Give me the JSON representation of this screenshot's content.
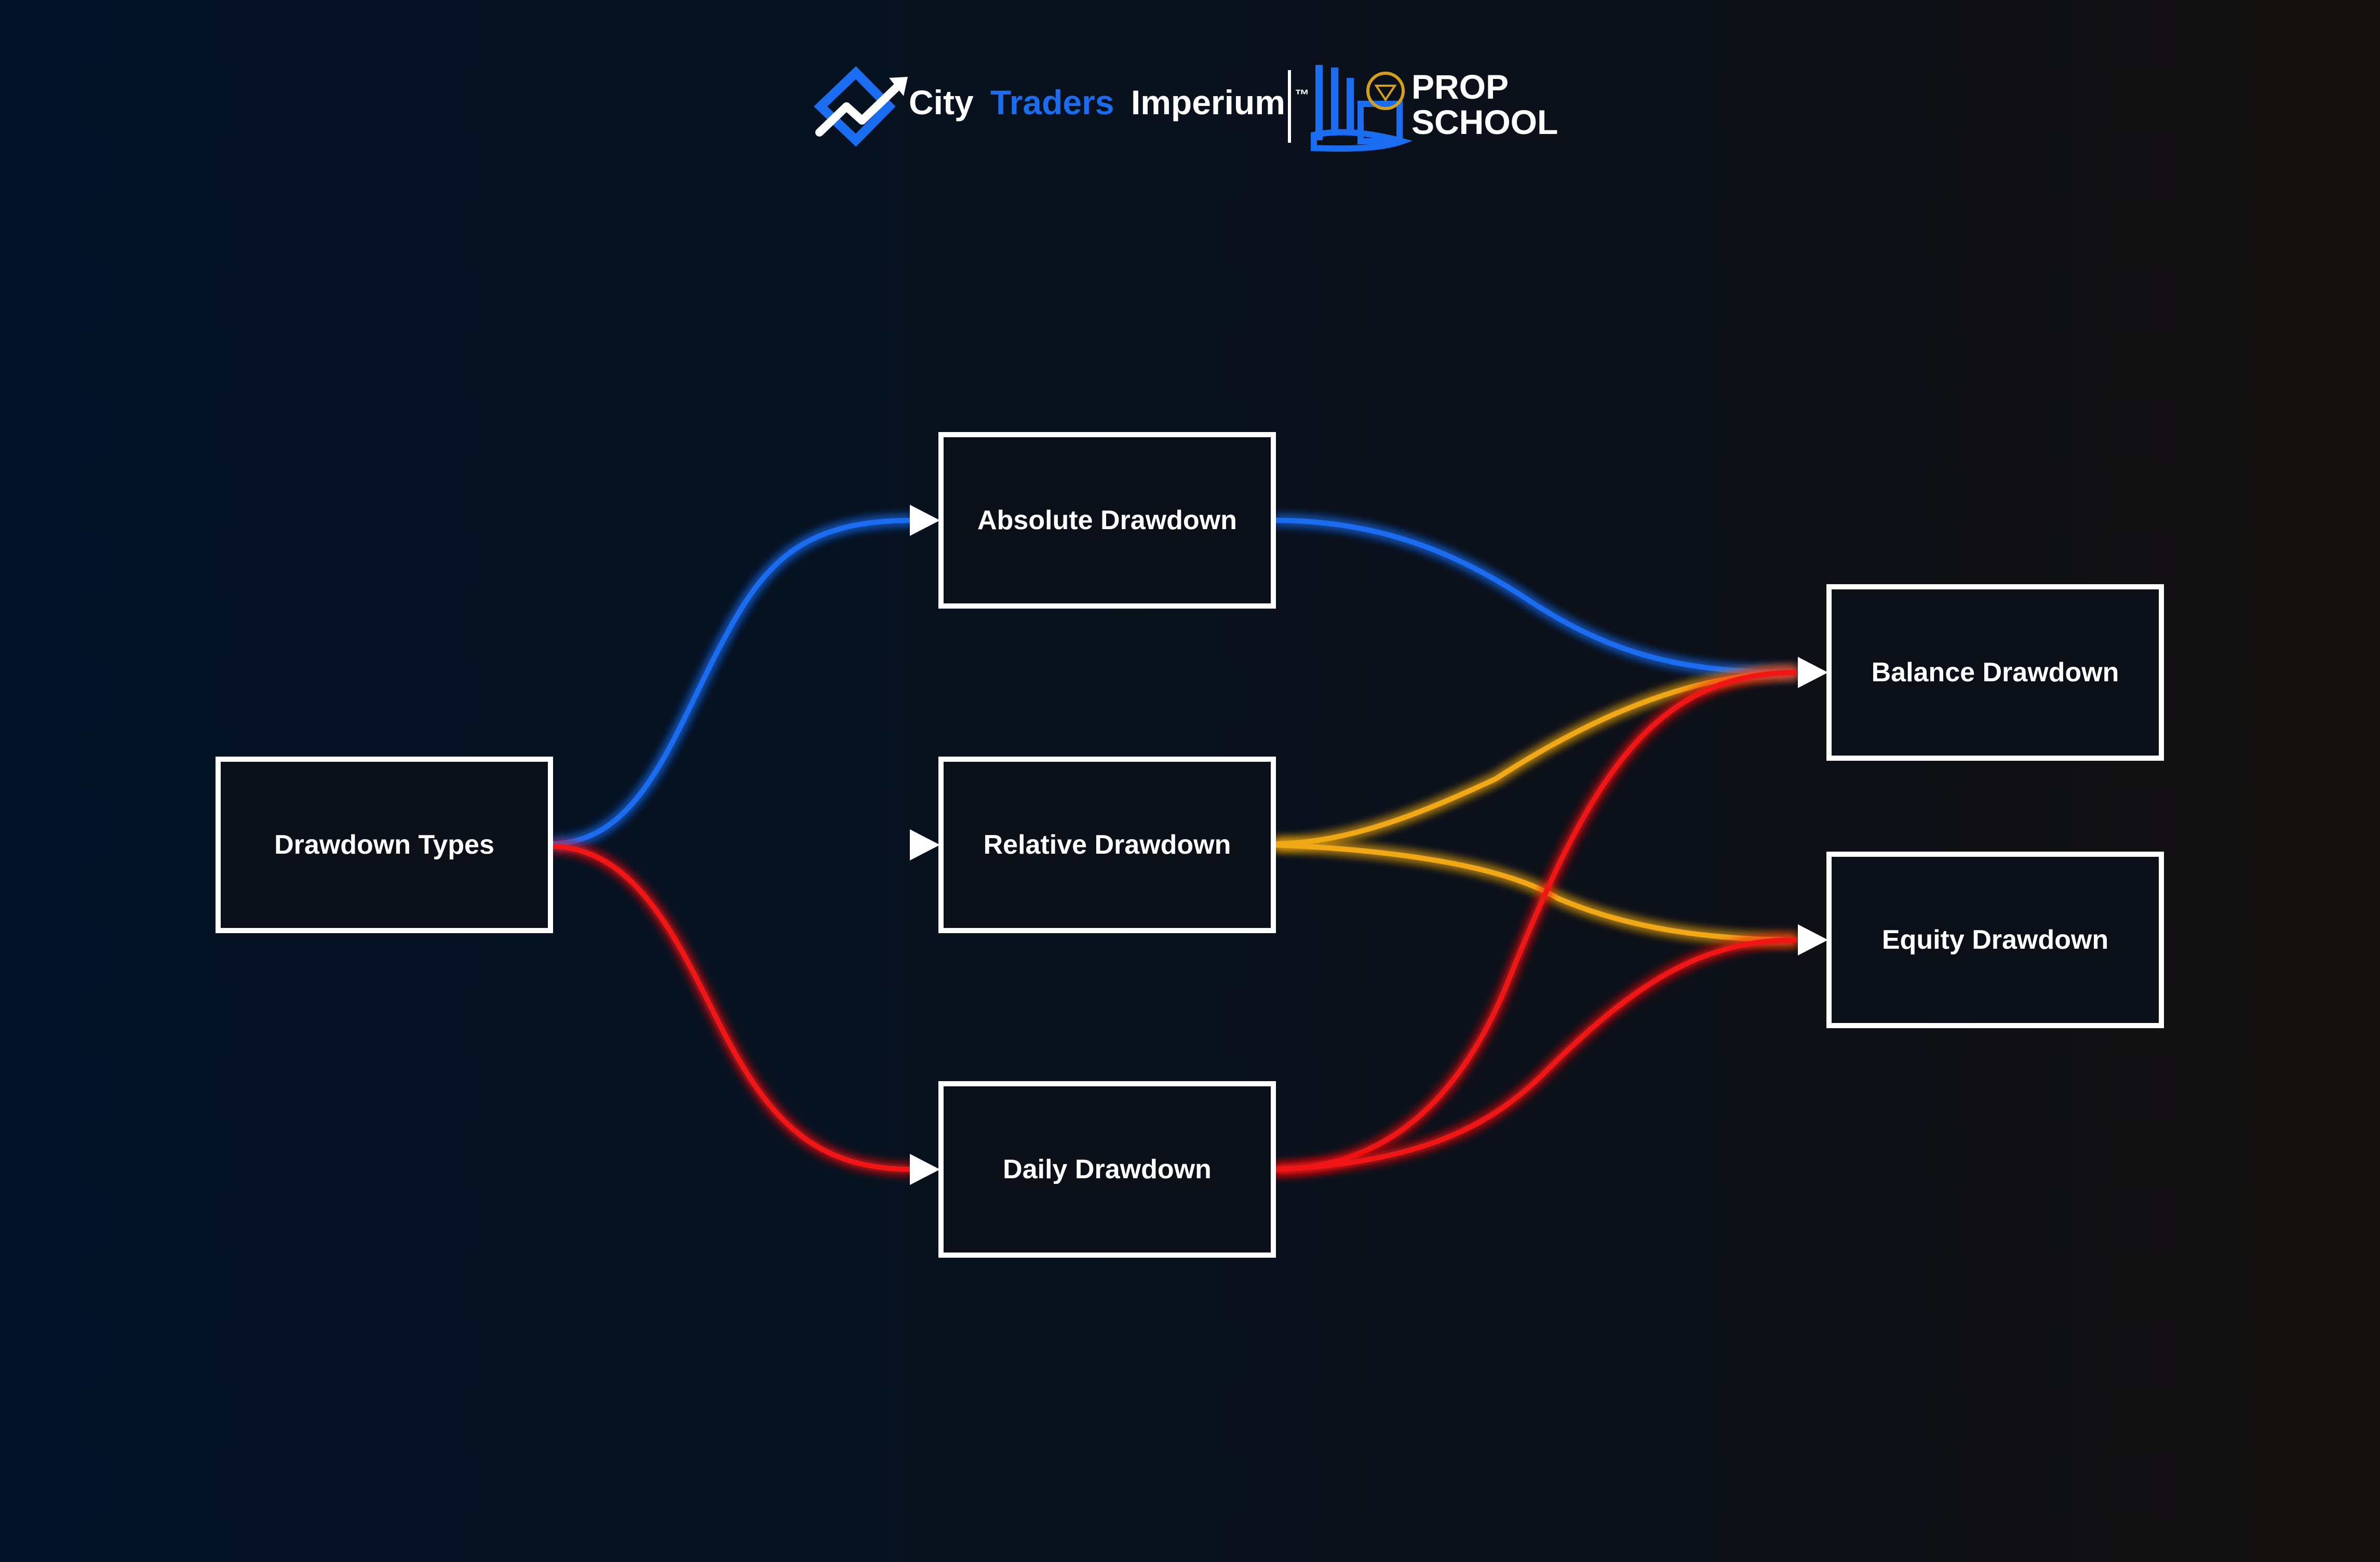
{
  "header": {
    "brand_city": "City",
    "brand_traders": "Traders",
    "brand_imperium": "Imperium",
    "brand_tm": "™",
    "prop_line1": "PROP",
    "prop_line2": "SCHOOL"
  },
  "diagram": {
    "nodes": {
      "root": "Drawdown Types",
      "absolute": "Absolute Drawdown",
      "relative": "Relative Drawdown",
      "daily": "Daily Drawdown",
      "balance": "Balance Drawdown",
      "equity": "Equity Drawdown"
    },
    "edges": [
      {
        "from": "root",
        "to": "absolute",
        "color": "#1a6cf0"
      },
      {
        "from": "root",
        "to": "relative",
        "color": "#f0a818"
      },
      {
        "from": "root",
        "to": "daily",
        "color": "#f01818"
      },
      {
        "from": "absolute",
        "to": "balance",
        "color": "#1a6cf0"
      },
      {
        "from": "relative",
        "to": "balance",
        "color": "#f0a818"
      },
      {
        "from": "relative",
        "to": "equity",
        "color": "#f0a818"
      },
      {
        "from": "daily",
        "to": "balance",
        "color": "#f01818"
      },
      {
        "from": "daily",
        "to": "equity",
        "color": "#f01818"
      }
    ]
  },
  "colors": {
    "brand_blue": "#1a6cf0",
    "node_border": "#ffffff",
    "text": "#ffffff"
  }
}
